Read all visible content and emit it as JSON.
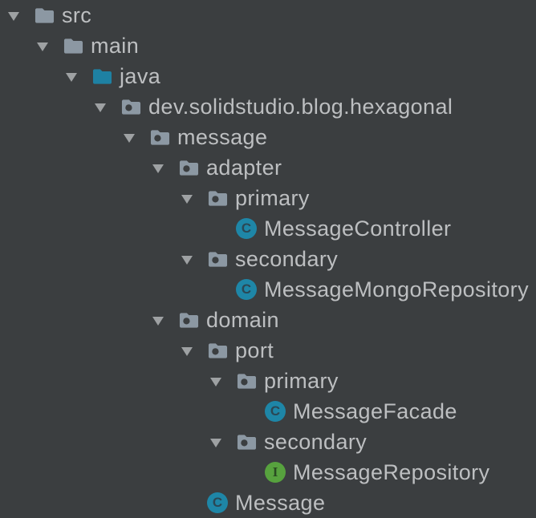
{
  "colors": {
    "background": "#3B3E40",
    "text": "#BDBFC1",
    "chevron": "#9EA1A3",
    "folder": "#8C98A3",
    "source_folder": "#1E81A3",
    "class_circle": "#1E86A7",
    "class_letter": "#2B4754",
    "interface_circle": "#57A23E",
    "interface_letter": "#2A4A22"
  },
  "icon_letters": {
    "class": "C",
    "interface": "I"
  },
  "tree": {
    "rows": [
      {
        "label": "src",
        "level": 0,
        "kind": "folder",
        "expanded": true
      },
      {
        "label": "main",
        "level": 1,
        "kind": "folder",
        "expanded": true
      },
      {
        "label": "java",
        "level": 2,
        "kind": "source-folder",
        "expanded": true
      },
      {
        "label": "dev.solidstudio.blog.hexagonal",
        "level": 3,
        "kind": "package",
        "expanded": true
      },
      {
        "label": "message",
        "level": 4,
        "kind": "package",
        "expanded": true
      },
      {
        "label": "adapter",
        "level": 5,
        "kind": "package",
        "expanded": true
      },
      {
        "label": "primary",
        "level": 6,
        "kind": "package",
        "expanded": true
      },
      {
        "label": "MessageController",
        "level": 7,
        "kind": "class"
      },
      {
        "label": "secondary",
        "level": 6,
        "kind": "package",
        "expanded": true
      },
      {
        "label": "MessageMongoRepository",
        "level": 7,
        "kind": "class"
      },
      {
        "label": "domain",
        "level": 5,
        "kind": "package",
        "expanded": true
      },
      {
        "label": "port",
        "level": 6,
        "kind": "package",
        "expanded": true
      },
      {
        "label": "primary",
        "level": 7,
        "kind": "package",
        "expanded": true
      },
      {
        "label": "MessageFacade",
        "level": 8,
        "kind": "class"
      },
      {
        "label": "secondary",
        "level": 7,
        "kind": "package",
        "expanded": true
      },
      {
        "label": "MessageRepository",
        "level": 8,
        "kind": "interface"
      },
      {
        "label": "Message",
        "level": 6,
        "kind": "class"
      }
    ]
  }
}
